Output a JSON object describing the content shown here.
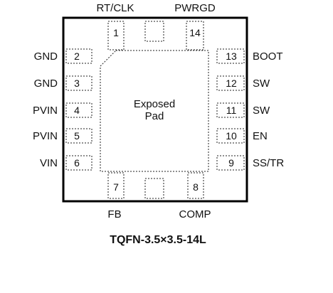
{
  "top_labels": [
    "RT/CLK",
    "PWRGD"
  ],
  "left_pins": [
    {
      "name": "GND",
      "num": "2"
    },
    {
      "name": "GND",
      "num": "3"
    },
    {
      "name": "PVIN",
      "num": "4"
    },
    {
      "name": "PVIN",
      "num": "5"
    },
    {
      "name": "VIN",
      "num": "6"
    }
  ],
  "right_pins": [
    {
      "name": "BOOT",
      "num": "13"
    },
    {
      "name": "SW",
      "num": "12"
    },
    {
      "name": "SW",
      "num": "11"
    },
    {
      "name": "EN",
      "num": "10"
    },
    {
      "name": "SS/TR",
      "num": "9"
    }
  ],
  "top_pins": [
    {
      "name": "RT/CLK",
      "num": "1"
    },
    {
      "name": "PWRGD",
      "num": "14"
    }
  ],
  "bottom_pins": [
    {
      "name": "FB",
      "num": "7"
    },
    {
      "name": "COMP",
      "num": "8"
    }
  ],
  "exposed_pad": {
    "line1": "Exposed",
    "line2": "Pad"
  },
  "caption": "TQFN-3.5×3.5-14L"
}
